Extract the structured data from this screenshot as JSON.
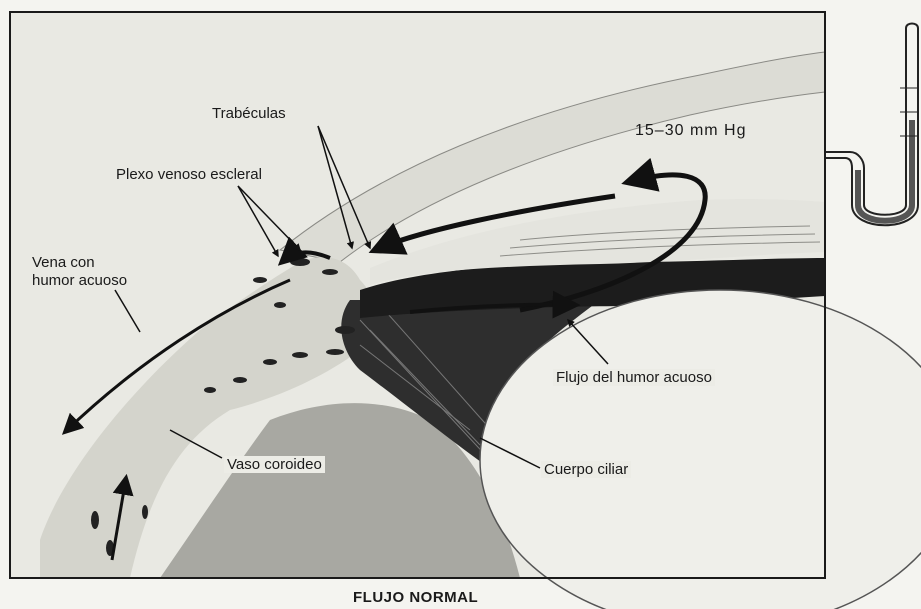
{
  "labels": {
    "trabeculas": "Trabéculas",
    "plexo": "Plexo venoso escleral",
    "vena_line1": "Vena con",
    "vena_line2": "humor acuoso",
    "pressure": "15–30 mm Hg",
    "flujo": "Flujo del humor acuoso",
    "vaso": "Vaso coroideo",
    "cuerpo": "Cuerpo ciliar"
  },
  "caption": "FLUJO NORMAL",
  "colors": {
    "frame": "#1a1a1a",
    "sclera": "#d9d9d2",
    "cornea": "#e6e6e0",
    "iris": "#1c1c1c",
    "ciliary": "#3c3c3c",
    "lens": "#efefea",
    "choroid": "#a8a8a2",
    "arrow": "#111111"
  }
}
